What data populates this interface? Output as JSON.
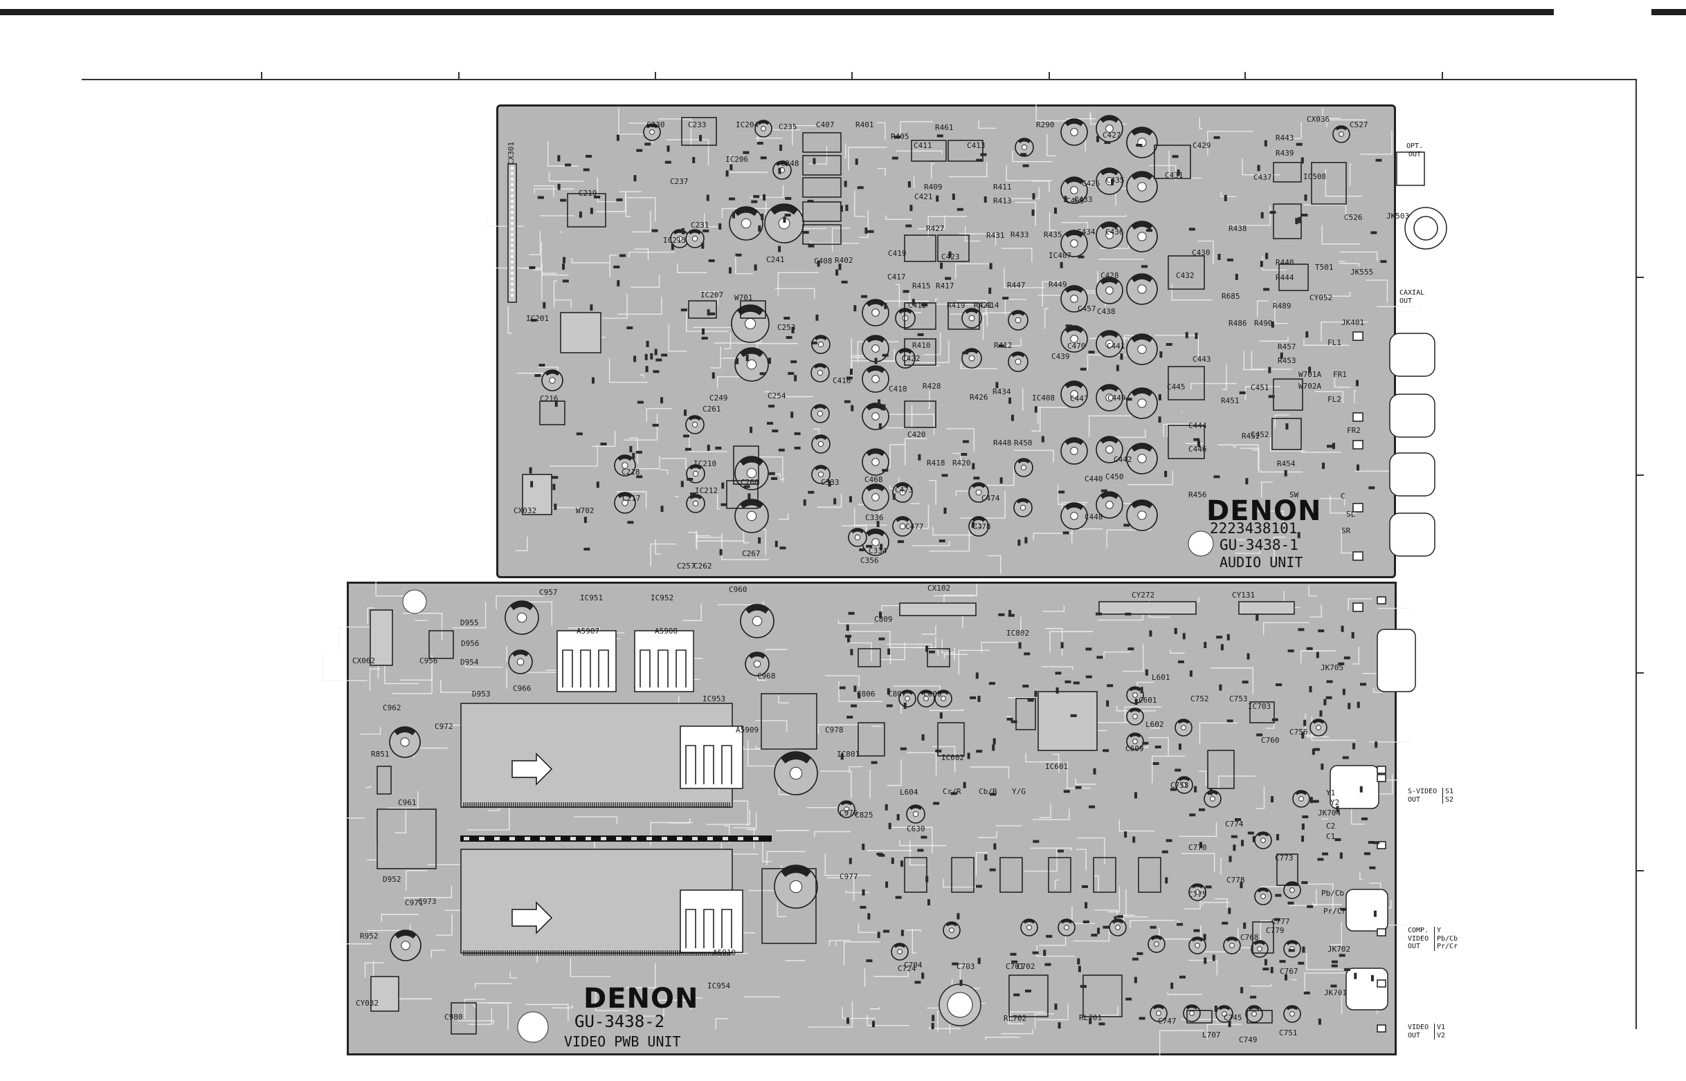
{
  "audio_unit": {
    "brand": "DENON",
    "part_number": "2223438101",
    "board_code": "GU-3438-1",
    "unit_name": "AUDIO UNIT",
    "components": [
      {
        "t": "CX301",
        "v": true
      },
      {
        "t": "C230"
      },
      {
        "t": "C233"
      },
      {
        "t": "IC204"
      },
      {
        "t": "C235"
      },
      {
        "t": "C407"
      },
      {
        "t": "R401"
      },
      {
        "t": "R405"
      },
      {
        "t": "R461"
      },
      {
        "t": "C411"
      },
      {
        "t": "C413"
      },
      {
        "t": "R290"
      },
      {
        "t": "C427"
      },
      {
        "t": "C429"
      },
      {
        "t": "R443"
      },
      {
        "t": "R439"
      },
      {
        "t": "CX036"
      },
      {
        "t": "C527"
      },
      {
        "t": "IC206"
      },
      {
        "t": "C248"
      },
      {
        "t": "C237"
      },
      {
        "t": "C219"
      },
      {
        "t": "IC213"
      },
      {
        "t": "C231"
      },
      {
        "t": "R409"
      },
      {
        "t": "R411"
      },
      {
        "t": "C421"
      },
      {
        "t": "R413"
      },
      {
        "t": "C425"
      },
      {
        "t": "C433"
      },
      {
        "t": "C435"
      },
      {
        "t": "C431"
      },
      {
        "t": "C437"
      },
      {
        "t": "IC508"
      },
      {
        "t": "C526"
      },
      {
        "t": "JK503"
      },
      {
        "t": "R427"
      },
      {
        "t": "R431"
      },
      {
        "t": "R433"
      },
      {
        "t": "R435"
      },
      {
        "t": "C469"
      },
      {
        "t": "C436"
      },
      {
        "t": "R438"
      },
      {
        "t": "C408"
      },
      {
        "t": "C241"
      },
      {
        "t": "R402"
      },
      {
        "t": "C419"
      },
      {
        "t": "C423"
      },
      {
        "t": "IC407"
      },
      {
        "t": "C434"
      },
      {
        "t": "C430"
      },
      {
        "t": "R440"
      },
      {
        "t": "T501"
      },
      {
        "t": "R444"
      },
      {
        "t": "JK555"
      },
      {
        "t": "IC207"
      },
      {
        "t": "W701"
      },
      {
        "t": "C417"
      },
      {
        "t": "R415"
      },
      {
        "t": "R417"
      },
      {
        "t": "R447"
      },
      {
        "t": "R449"
      },
      {
        "t": "C428"
      },
      {
        "t": "C432"
      },
      {
        "t": "R685"
      },
      {
        "t": "R489"
      },
      {
        "t": "CY052"
      },
      {
        "t": "C253"
      },
      {
        "t": "C412"
      },
      {
        "t": "C414"
      },
      {
        "t": "R419"
      },
      {
        "t": "R421"
      },
      {
        "t": "C457"
      },
      {
        "t": "C438"
      },
      {
        "t": "R486"
      },
      {
        "t": "R490"
      },
      {
        "t": "JK401"
      },
      {
        "t": "IC201"
      },
      {
        "t": "R410"
      },
      {
        "t": "R412"
      },
      {
        "t": "C470"
      },
      {
        "t": "C441"
      },
      {
        "t": "R457"
      },
      {
        "t": "FL1"
      },
      {
        "t": "C422"
      },
      {
        "t": "C418"
      },
      {
        "t": "C439"
      },
      {
        "t": "C443"
      },
      {
        "t": "R453"
      },
      {
        "t": "W701A"
      },
      {
        "t": "FR1"
      },
      {
        "t": "C216"
      },
      {
        "t": "C249"
      },
      {
        "t": "C254"
      },
      {
        "t": "C416"
      },
      {
        "t": "R428"
      },
      {
        "t": "R434"
      },
      {
        "t": "R426"
      },
      {
        "t": "IC408"
      },
      {
        "t": "C447"
      },
      {
        "t": "C449"
      },
      {
        "t": "C445"
      },
      {
        "t": "C451"
      },
      {
        "t": "R451"
      },
      {
        "t": "W702A"
      },
      {
        "t": "FL2"
      },
      {
        "t": "C261"
      },
      {
        "t": "C420"
      },
      {
        "t": "R448"
      },
      {
        "t": "R450"
      },
      {
        "t": "C444"
      },
      {
        "t": "C452"
      },
      {
        "t": "R452"
      },
      {
        "t": "FR2"
      },
      {
        "t": "IC210"
      },
      {
        "t": "R418"
      },
      {
        "t": "R420"
      },
      {
        "t": "C442"
      },
      {
        "t": "C446"
      },
      {
        "t": "R454"
      },
      {
        "t": "C218"
      },
      {
        "t": "C266"
      },
      {
        "t": "C333"
      },
      {
        "t": "C468"
      },
      {
        "t": "C440"
      },
      {
        "t": "C450"
      },
      {
        "t": "R456"
      },
      {
        "t": "SW"
      },
      {
        "t": "CX032"
      },
      {
        "t": "W702"
      },
      {
        "t": "C217"
      },
      {
        "t": "IC212"
      },
      {
        "t": "C473"
      },
      {
        "t": "C474"
      },
      {
        "t": "C448"
      },
      {
        "t": "C"
      },
      {
        "t": "C336"
      },
      {
        "t": "C477"
      },
      {
        "t": "C478"
      },
      {
        "t": "SL"
      },
      {
        "t": "C257"
      },
      {
        "t": "C262"
      },
      {
        "t": "C267"
      },
      {
        "t": "C334"
      },
      {
        "t": "C356"
      },
      {
        "t": "SR"
      }
    ],
    "jack_labels": {
      "opt_out": "OPT. OUT",
      "coaxial_out": "CAXIAL OUT"
    }
  },
  "video_unit": {
    "brand": "DENON",
    "board_code": "GU-3438-2",
    "unit_name": "VIDEO PWB UNIT",
    "components": [
      {
        "t": "C957"
      },
      {
        "t": "IC951"
      },
      {
        "t": "IC952"
      },
      {
        "t": "C960"
      },
      {
        "t": "CX102"
      },
      {
        "t": "CY272"
      },
      {
        "t": "CY131"
      },
      {
        "t": "D955"
      },
      {
        "t": "D956"
      },
      {
        "t": "A5907"
      },
      {
        "t": "A5908"
      },
      {
        "t": "CX062"
      },
      {
        "t": "C956"
      },
      {
        "t": "D954"
      },
      {
        "t": "D953"
      },
      {
        "t": "C966"
      },
      {
        "t": "C968"
      },
      {
        "t": "C809"
      },
      {
        "t": "IC802"
      },
      {
        "t": "JK705"
      },
      {
        "t": "L601"
      },
      {
        "t": "C806"
      },
      {
        "t": "C807"
      },
      {
        "t": "C601"
      },
      {
        "t": "C808"
      },
      {
        "t": "C752"
      },
      {
        "t": "C753"
      },
      {
        "t": "C756"
      },
      {
        "t": "IC953"
      },
      {
        "t": "C962"
      },
      {
        "t": "R851"
      },
      {
        "t": "C972"
      },
      {
        "t": "A5909"
      },
      {
        "t": "C978"
      },
      {
        "t": "IC801"
      },
      {
        "t": "IC602"
      },
      {
        "t": "L602"
      },
      {
        "t": "C609"
      },
      {
        "t": "IC601"
      },
      {
        "t": "C760"
      },
      {
        "t": "IC703"
      },
      {
        "t": "C961"
      },
      {
        "t": "C976"
      },
      {
        "t": "L604"
      },
      {
        "t": "C630"
      },
      {
        "t": "C825"
      },
      {
        "t": "C758"
      },
      {
        "t": "Y1"
      },
      {
        "t": "Y2"
      },
      {
        "t": "JK704"
      },
      {
        "t": "C2"
      },
      {
        "t": "C1"
      },
      {
        "t": "D952"
      },
      {
        "t": "C770"
      },
      {
        "t": "C774"
      },
      {
        "t": "C773"
      },
      {
        "t": "C977"
      },
      {
        "t": "C971"
      },
      {
        "t": "C973"
      },
      {
        "t": "C775"
      },
      {
        "t": "C778"
      },
      {
        "t": "C777"
      },
      {
        "t": "R952"
      },
      {
        "t": "A5910"
      },
      {
        "t": "C779"
      },
      {
        "t": "C724"
      },
      {
        "t": "C704"
      },
      {
        "t": "C703"
      },
      {
        "t": "C701"
      },
      {
        "t": "C702"
      },
      {
        "t": "C768"
      },
      {
        "t": "C767"
      },
      {
        "t": "JK702"
      },
      {
        "t": "CY032"
      },
      {
        "t": "C980"
      },
      {
        "t": "IC954"
      },
      {
        "t": "RL702"
      },
      {
        "t": "RL701"
      },
      {
        "t": "C747"
      },
      {
        "t": "C745"
      },
      {
        "t": "C749"
      },
      {
        "t": "C751"
      },
      {
        "t": "JK701"
      },
      {
        "t": "L707"
      },
      {
        "t": "Cr/R"
      },
      {
        "t": "Cb/B"
      },
      {
        "t": "Y/G"
      },
      {
        "t": "Pb/Cb"
      },
      {
        "t": "Pr/Cr"
      }
    ],
    "jack_labels": {
      "s_video_out": "S-VIDEO\nOUT",
      "s_video_ch": "S1\nS2",
      "comp_video_out": "COMP.\nVIDEO\nOUT",
      "comp_video_ch": "Y\nPb/Cb\nPr/Cr",
      "video_out": "VIDEO\nOUT",
      "video_ch": "V1\nV2"
    }
  }
}
